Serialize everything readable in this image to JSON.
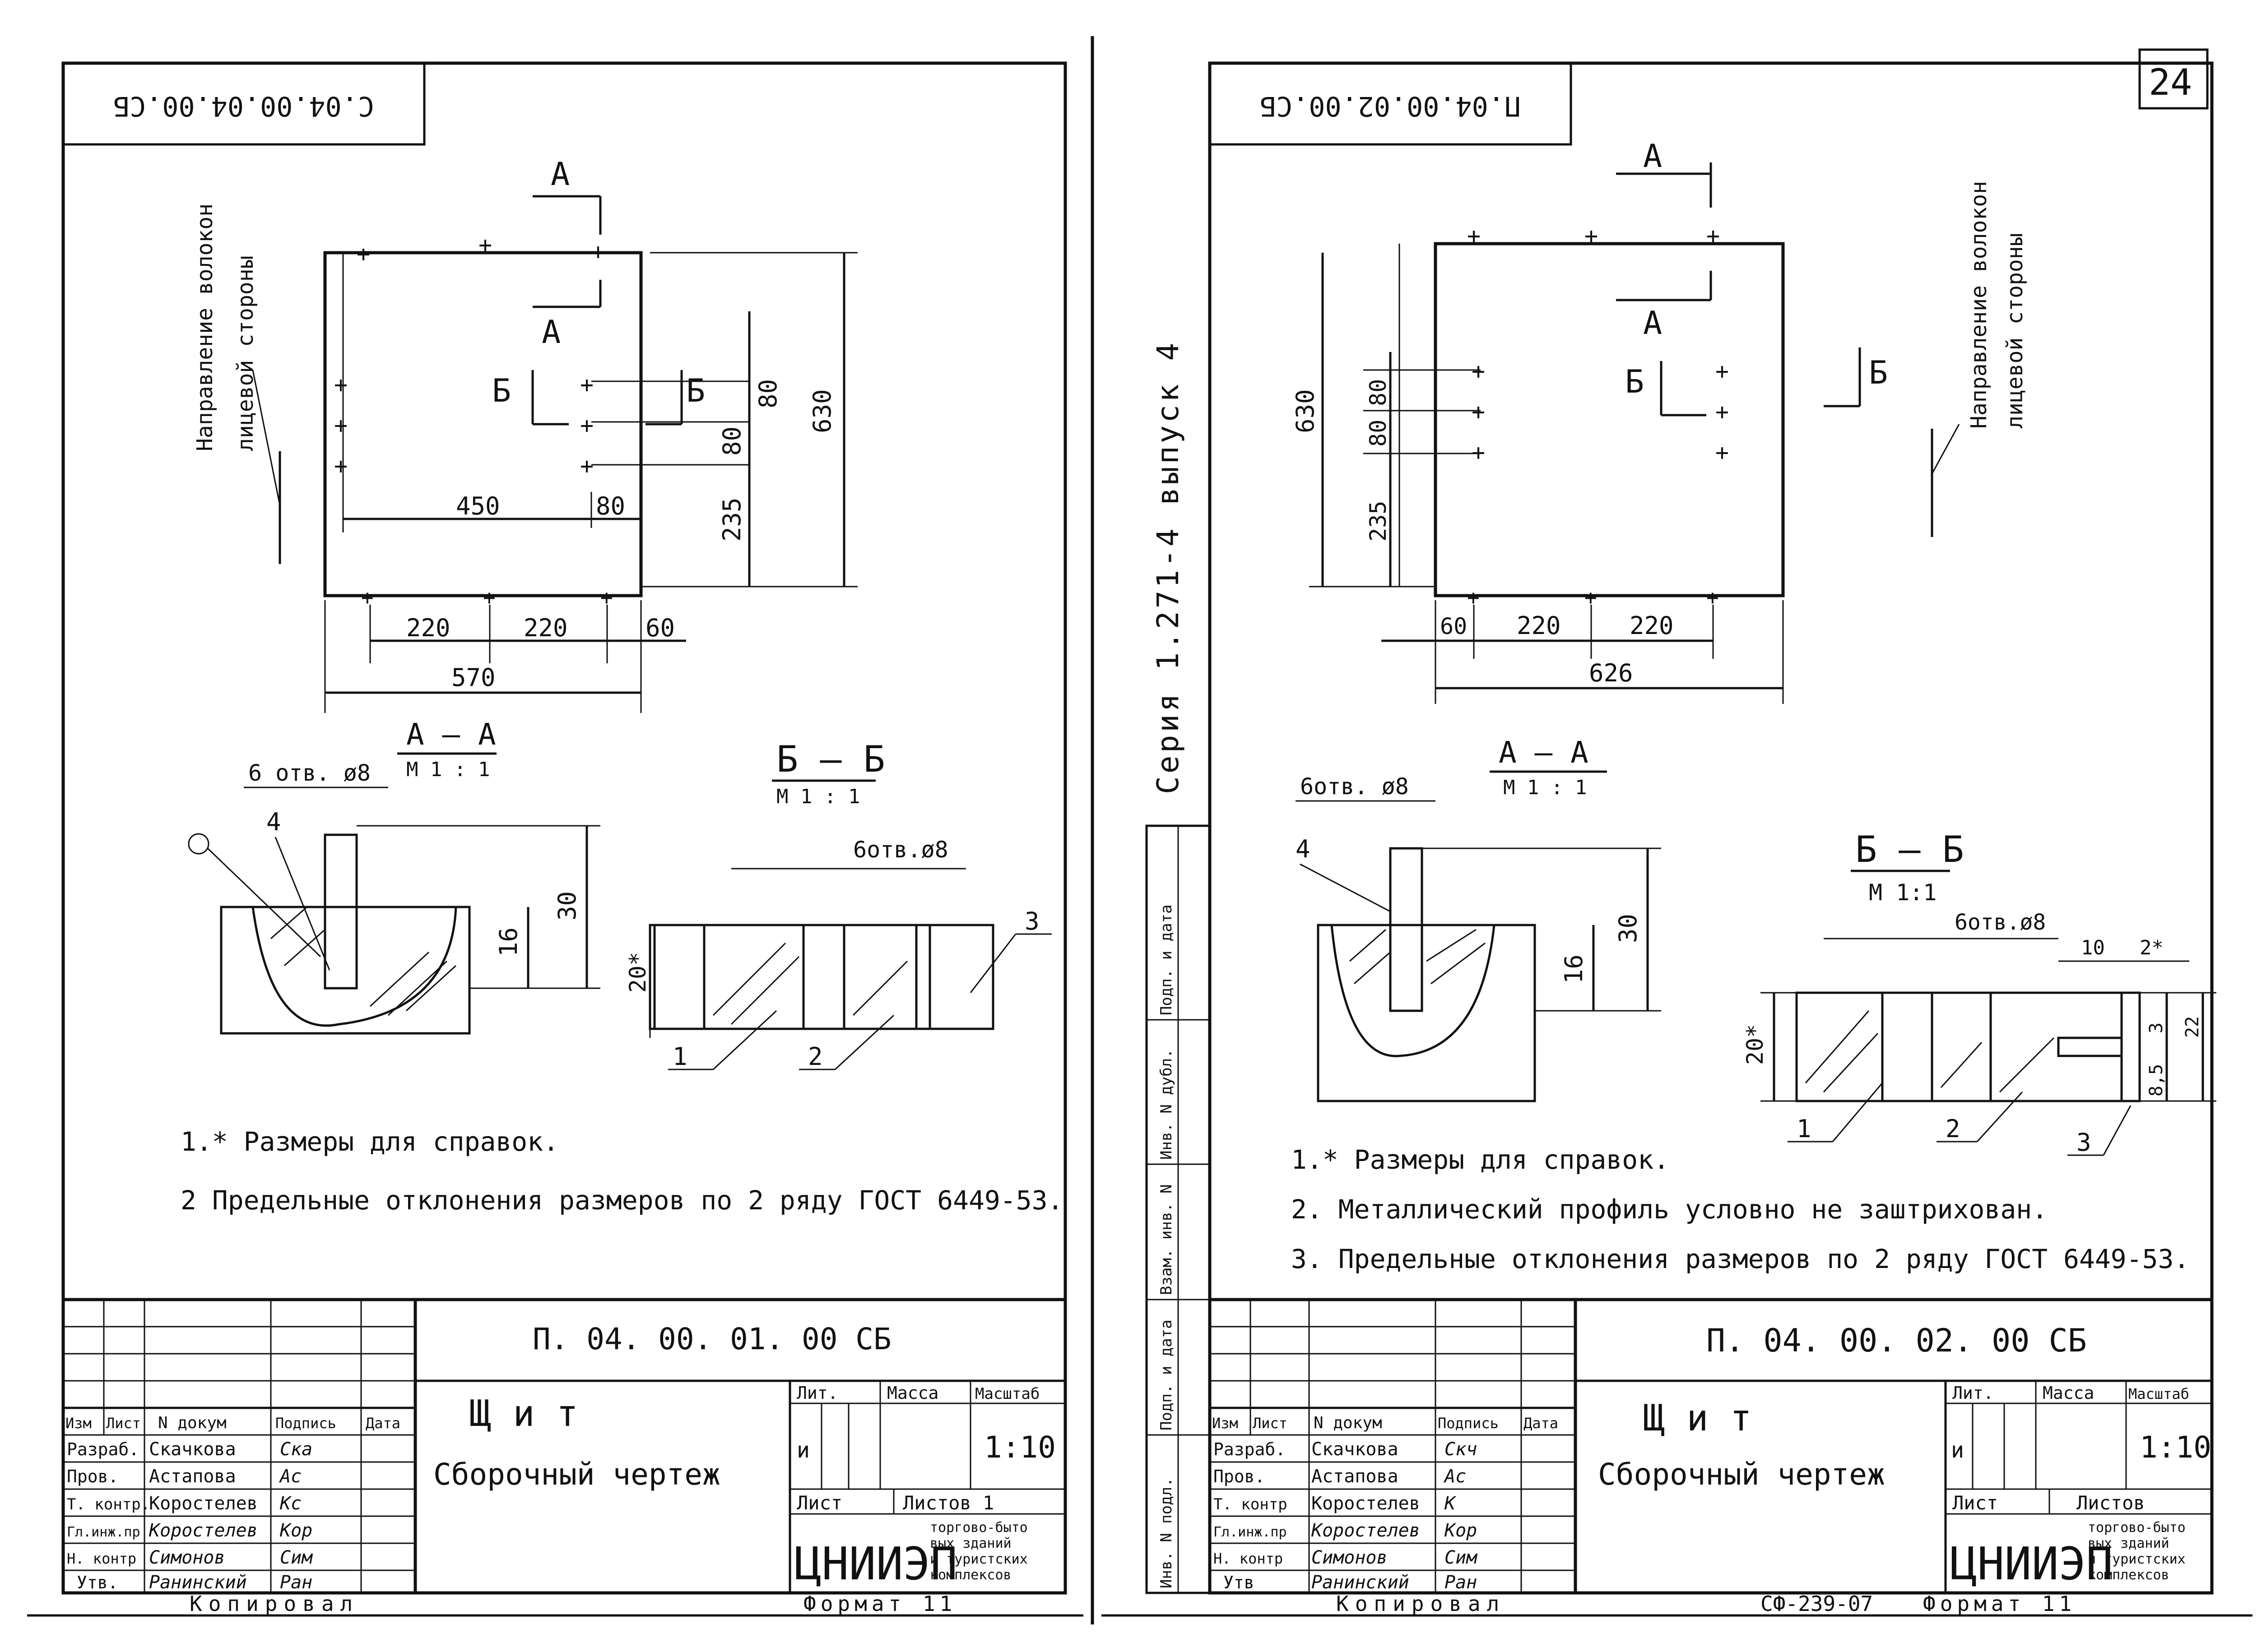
{
  "left_sheet": {
    "stamp_code": "С.04.00.04.00.СБ",
    "fiber_label_1": "Направление волокон",
    "fiber_label_2": "лицевой стороны",
    "section_a": "А",
    "section_b": "Б",
    "dims": {
      "d630": "630",
      "d80a": "80",
      "d80b": "80",
      "d235": "235",
      "d450": "450",
      "d80c": "80",
      "d220a": "220",
      "d220b": "220",
      "d60": "60",
      "d570": "570"
    },
    "aa_title": "А – А",
    "aa_scale": "М 1 : 1",
    "aa_holes": "6 отв. ø8",
    "aa_d30": "30",
    "aa_d16": "16",
    "aa_pos4": "4",
    "bb_title": "Б – Б",
    "bb_scale": "М 1 : 1",
    "bb_holes": "6отв.ø8",
    "bb_d20": "20*",
    "pos1": "1",
    "pos2": "2",
    "pos3": "3",
    "note1": "1.* Размеры для справок.",
    "note2": "2 Предельные отклонения размеров по 2 ряду ГОСТ 6449-53.",
    "doc_code": "П. 04. 00. 01. 00 СБ",
    "title_1": "Щ и т",
    "title_2": "Сборочный чертеж",
    "hdr_izm": "Изм",
    "hdr_list": "Лист",
    "hdr_ndok": "N докум",
    "hdr_podp": "Подпись",
    "hdr_data": "Дата",
    "rows": [
      {
        "role": "Разраб.",
        "name": "Скачкова",
        "sign": "Ска"
      },
      {
        "role": "Пров.",
        "name": "Астапова",
        "sign": "Ас"
      },
      {
        "role": "Т. контр.",
        "name": "Коростелев",
        "sign": "Кс"
      },
      {
        "role": "Гл.инж.пр",
        "name": "Коростелев",
        "sign": "Кор"
      },
      {
        "role": "Н. контр",
        "name": "Симонов",
        "sign": "Сим"
      },
      {
        "role": "Утв.",
        "name": "Ранинский",
        "sign": "Ран"
      }
    ],
    "lit_label": "Лит.",
    "mass_label": "Масса",
    "scale_label": "Масштаб",
    "lit_value": "и",
    "scale_value": "1:10",
    "sheet_label": "Лист",
    "sheets_label": "Листов 1",
    "org": "ЦНИИЭП",
    "org_desc_1": "торгово-быто",
    "org_desc_2": "вых зданий",
    "org_desc_3": "и туристских",
    "org_desc_4": "комплексов",
    "copied": "Копировал",
    "format": "Формат 11"
  },
  "right_sheet": {
    "stamp_code": "П.04.00.02.00.СБ",
    "sheet_number": "24",
    "series": "Серия 1.271-4 выпуск 4",
    "fiber_label_1": "Направление волокон",
    "fiber_label_2": "лицевой стороны",
    "section_a": "А",
    "section_b": "Б",
    "dims": {
      "d630": "630",
      "d80a": "80",
      "d80b": "80",
      "d235": "235",
      "d60": "60",
      "d220a": "220",
      "d220b": "220",
      "d626": "626"
    },
    "aa_title": "А – А",
    "aa_scale": "М 1 : 1",
    "aa_holes": "6отв. ø8",
    "aa_d30": "30",
    "aa_d16": "16",
    "aa_pos4": "4",
    "bb_title": "Б – Б",
    "bb_scale": "М 1:1",
    "bb_holes": "6отв.ø8",
    "bb_d10": "10",
    "bb_d2": "2*",
    "bb_d20": "20*",
    "bb_d3": "3",
    "bb_d22": "22",
    "bb_d85": "8,5",
    "pos1": "1",
    "pos2": "2",
    "pos3": "3",
    "note1": "1.* Размеры для справок.",
    "note2": "2. Металлический профиль условно не заштрихован.",
    "note3": "3. Предельные отклонения размеров по 2 ряду ГОСТ 6449-53.",
    "doc_code": "П. 04. 00. 02. 00 СБ",
    "title_1": "Щ и т",
    "title_2": "Сборочный чертеж",
    "hdr_izm": "Изм",
    "hdr_list": "Лист",
    "hdr_ndok": "N докум",
    "hdr_podp": "Подпись",
    "hdr_data": "Дата",
    "rows": [
      {
        "role": "Разраб.",
        "name": "Скачкова",
        "sign": "Скч"
      },
      {
        "role": "Пров.",
        "name": "Астапова",
        "sign": "Ас"
      },
      {
        "role": "Т. контр",
        "name": "Коростелев",
        "sign": "К"
      },
      {
        "role": "Гл.инж.пр",
        "name": "Коростелев",
        "sign": "Кор"
      },
      {
        "role": "Н. контр",
        "name": "Симонов",
        "sign": "Сим"
      },
      {
        "role": "Утв",
        "name": "Ранинский",
        "sign": "Ран"
      }
    ],
    "lit_label": "Лит.",
    "mass_label": "Масса",
    "scale_label": "Масштаб",
    "lit_value": "и",
    "scale_value": "1:10",
    "sheet_label": "Лист",
    "sheets_label": "Листов",
    "org": "ЦНИИЭП",
    "org_desc_1": "торгово-быто",
    "org_desc_2": "вых зданий",
    "org_desc_3": "и туристских",
    "org_desc_4": "комплексов",
    "side_1": "Инв. N подл.",
    "side_2": "Подп. и дата",
    "side_3": "Взам. инв. N",
    "side_4": "Инв. N дубл.",
    "side_5": "Подп. и дата",
    "copied": "Копировал",
    "format": "Формат 11",
    "code_bottom": "СФ-239-07"
  }
}
